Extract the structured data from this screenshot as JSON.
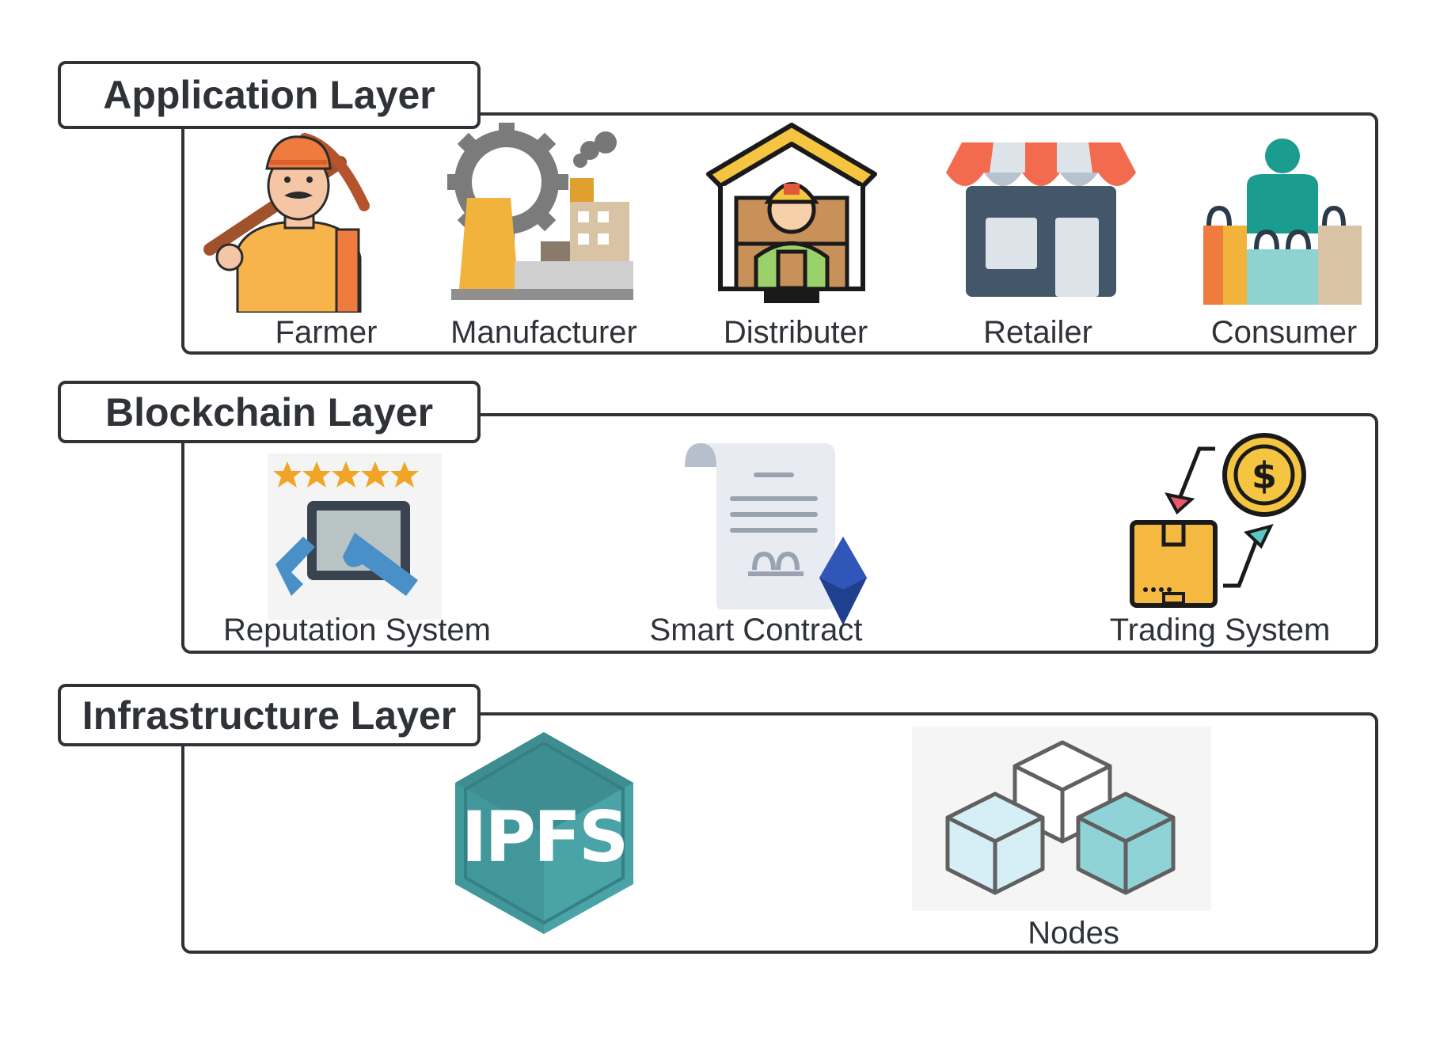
{
  "layers": [
    {
      "title": "Application Layer",
      "items": [
        "Farmer",
        "Manufacturer",
        "Distributer",
        "Retailer",
        "Consumer"
      ]
    },
    {
      "title": "Blockchain Layer",
      "items": [
        "Reputation System",
        "Smart Contract",
        "Trading System"
      ]
    },
    {
      "title": "Infrastructure Layer",
      "items": [
        "IPFS",
        "Nodes"
      ]
    }
  ],
  "icons": {
    "farmer": "farmer-icon",
    "manufacturer": "factory-icon",
    "distributer": "warehouse-worker-icon",
    "retailer": "store-icon",
    "consumer": "shopper-icon",
    "reputation": "rating-tablet-icon",
    "smart_contract": "contract-ether-icon",
    "trading": "trade-exchange-icon",
    "ipfs": "ipfs-logo",
    "nodes": "cubes-nodes-icon"
  }
}
